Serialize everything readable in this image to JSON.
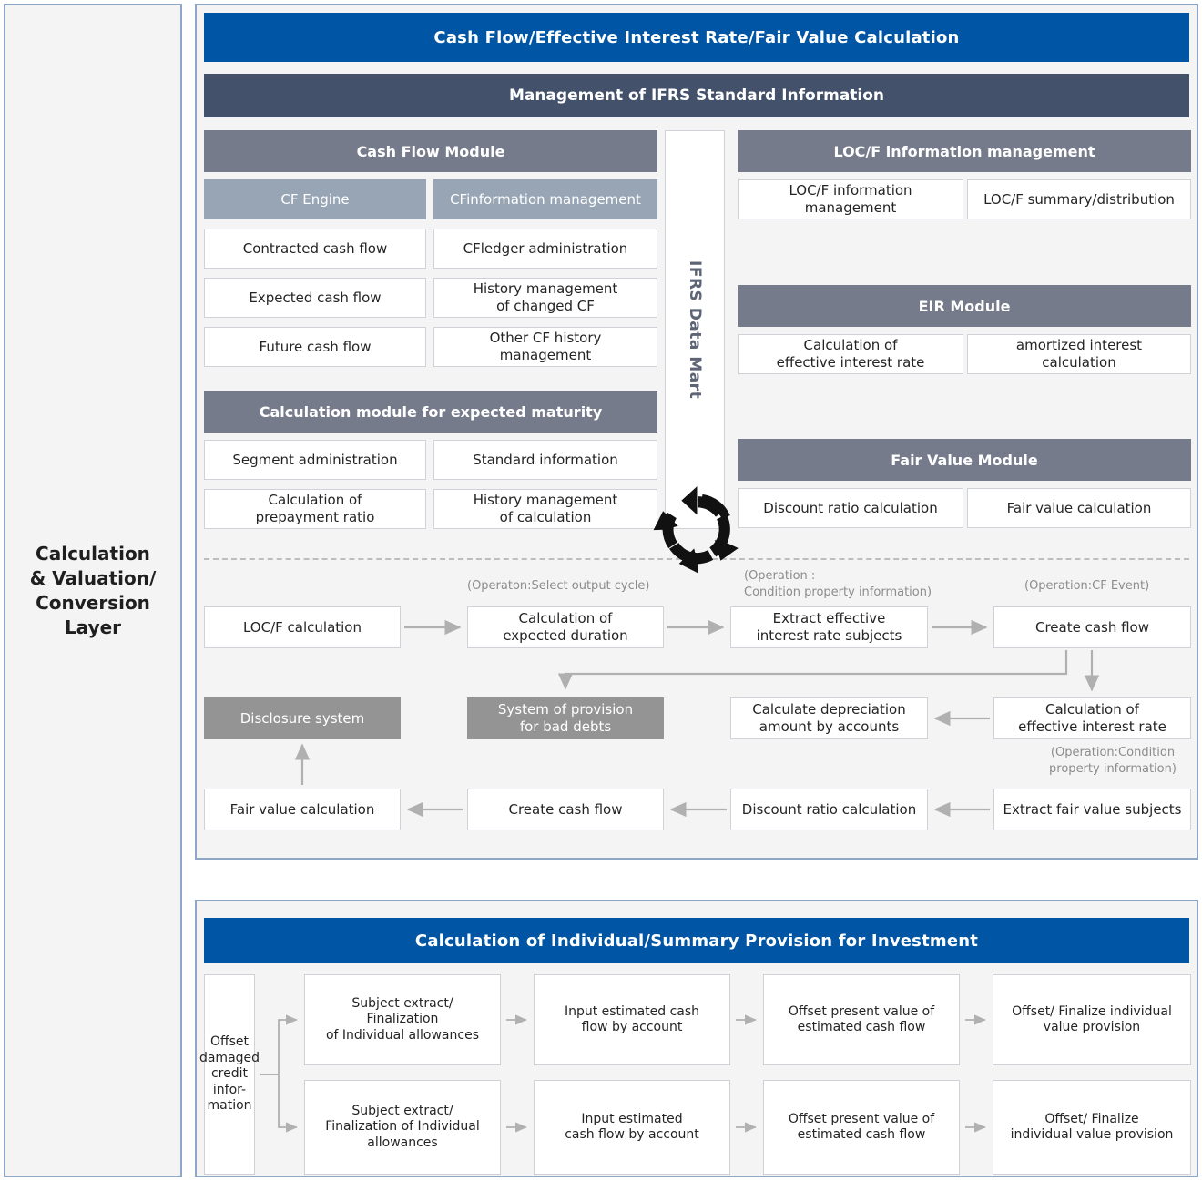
{
  "layer": {
    "title": "Calculation\n& Valuation/\nConversion\nLayer"
  },
  "top_panel": {
    "banner_blue": "Cash Flow/Effective Interest Rate/Fair Value Calculation",
    "banner_slate": "Management of IFRS Standard Information",
    "datamart_label": "IFRS Data Mart",
    "cash_flow_module": {
      "title": "Cash Flow Module",
      "sub_headers": [
        "CF Engine",
        "CFinformation management"
      ],
      "left_items": [
        "Contracted cash flow",
        "Expected cash flow",
        "Future cash flow"
      ],
      "right_items": [
        "CFledger administration",
        "History management\nof changed CF",
        "Other CF history\nmanagement"
      ]
    },
    "maturity_module": {
      "title": "Calculation module for expected maturity",
      "items": [
        "Segment administration",
        "Standard information",
        "Calculation of\nprepayment ratio",
        "History management\nof calculation"
      ]
    },
    "locf_module": {
      "title": "LOC/F information management",
      "items": [
        "LOC/F information\nmanagement",
        "LOC/F summary/distribution"
      ]
    },
    "eir_module": {
      "title": "EIR Module",
      "items": [
        "Calculation of\neffective interest rate",
        "amortized interest\ncalculation"
      ]
    },
    "fair_value_module": {
      "title": "Fair Value Module",
      "items": [
        "Discount ratio calculation",
        "Fair value calculation"
      ]
    },
    "flow": {
      "captions": [
        "(Operaton:Select output cycle)",
        "(Operation :\nCondition property information)",
        "(Operation:CF Event)",
        "(Operation:Condition\nproperty information)"
      ],
      "row1": [
        "LOC/F calculation",
        "Calculation of\nexpected duration",
        "Extract effective\ninterest rate subjects",
        "Create cash flow"
      ],
      "row2": [
        "Disclosure system",
        "System of provision\nfor bad debts",
        "Calculate depreciation\namount by accounts",
        "Calculation of\neffective interest rate"
      ],
      "row3": [
        "Fair value calculation",
        "Create cash flow",
        "Discount ratio calculation",
        "Extract fair value subjects"
      ]
    }
  },
  "bottom_panel": {
    "banner_blue": "Calculation of Individual/Summary  Provision for Investment",
    "source": "Offset\ndamaged\ncredit\ninfor-\nmation",
    "row_top": [
      "Subject extract/\nFinalization\nof Individual allowances",
      "Input estimated cash\nflow by account",
      "Offset present value of\nestimated cash flow",
      "Offset/ Finalize individual\nvalue provision"
    ],
    "row_bottom": [
      "Subject extract/\nFinalization of Individual\nallowances",
      "Input estimated\ncash flow by account",
      "Offset present value of\nestimated cash flow",
      "Offset/ Finalize\nindividual value provision"
    ]
  },
  "colors": {
    "blue": "#0055a5",
    "slate": "#44516b",
    "module": "#767b8c",
    "submodule": "#97a5b5",
    "gray_box": "#949494",
    "frame": "#8fa7c4",
    "bg": "#f4f4f5",
    "arrow": "#b0b0b0"
  }
}
